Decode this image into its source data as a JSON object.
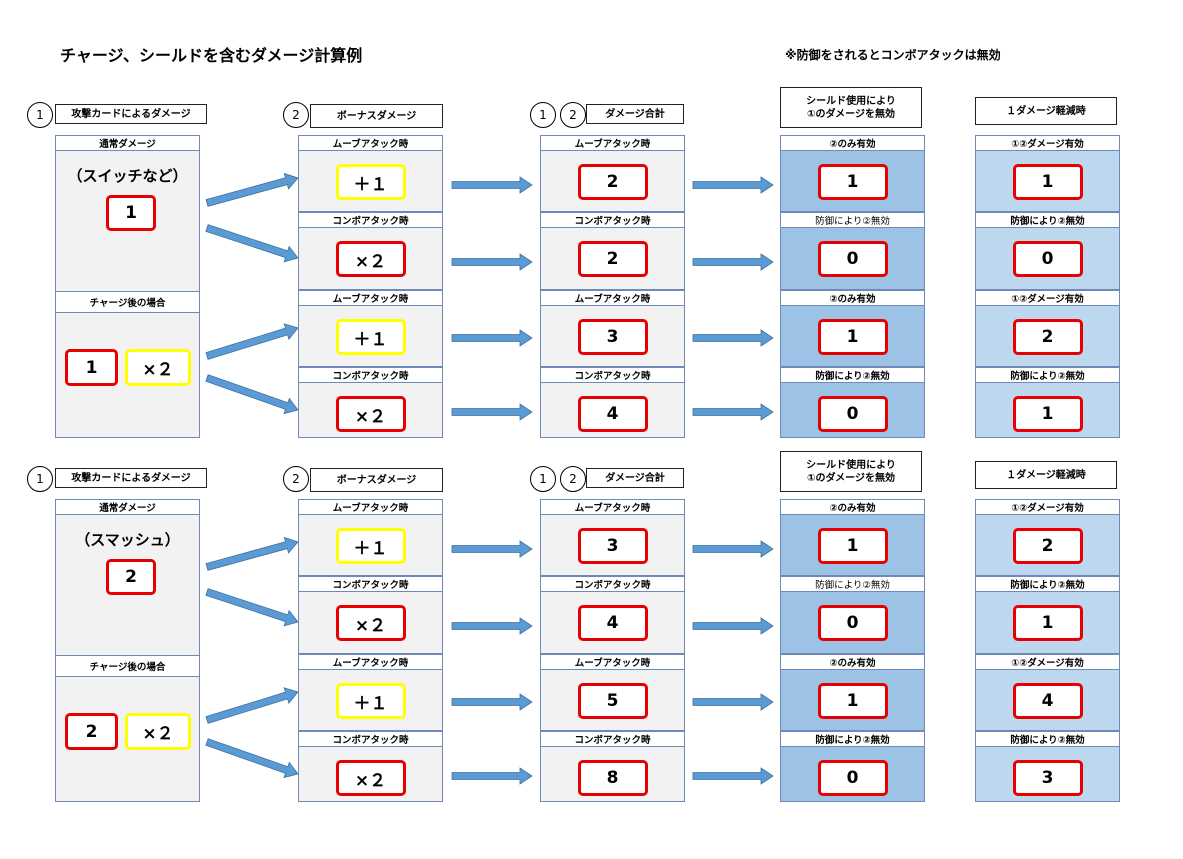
{
  "page": {
    "title": "チャージ、シールドを含むダメージ計算例",
    "note": "※防御をされるとコンボアタックは無効"
  },
  "sections": [
    {
      "col1": {
        "circle": "1",
        "header": "攻撃カードによるダメージ",
        "normal_label": "通常ダメージ",
        "normal_sub": "（スイッチなど）",
        "normal_value": "1",
        "charge_label": "チャージ後の場合",
        "charge_value": "1",
        "charge_mult": "×２"
      },
      "col2": {
        "circle": "2",
        "header": "ボーナスダメージ",
        "rows": [
          {
            "label": "ムーブアタック時",
            "value": "＋１"
          },
          {
            "label": "コンボアタック時",
            "value": "×２"
          },
          {
            "label": "ムーブアタック時",
            "value": "＋１"
          },
          {
            "label": "コンボアタック時",
            "value": "×２"
          }
        ]
      },
      "col3": {
        "circle_a": "1",
        "circle_b": "2",
        "header": "ダメージ合計",
        "rows": [
          {
            "label": "ムーブアタック時",
            "value": "2"
          },
          {
            "label": "コンボアタック時",
            "value": "2"
          },
          {
            "label": "ムーブアタック時",
            "value": "3"
          },
          {
            "label": "コンボアタック時",
            "value": "4"
          }
        ]
      },
      "col4": {
        "header_line1": "シールド使用により",
        "header_line2": "①のダメージを無効",
        "rows": [
          {
            "label": "②のみ有効",
            "value": "1"
          },
          {
            "label": "防御により②無効",
            "value": "0"
          },
          {
            "label": "②のみ有効",
            "value": "1"
          },
          {
            "label": "防御により②無効",
            "value": "0"
          }
        ]
      },
      "col5": {
        "header": "１ダメージ軽減時",
        "rows": [
          {
            "label": "①②ダメージ有効",
            "value": "1"
          },
          {
            "label": "防御により②無効",
            "value": "0"
          },
          {
            "label": "①②ダメージ有効",
            "value": "2"
          },
          {
            "label": "防御により②無効",
            "value": "1"
          }
        ]
      }
    },
    {
      "col1": {
        "circle": "1",
        "header": "攻撃カードによるダメージ",
        "normal_label": "通常ダメージ",
        "normal_sub": "（スマッシュ）",
        "normal_value": "2",
        "charge_label": "チャージ後の場合",
        "charge_value": "2",
        "charge_mult": "×２"
      },
      "col2": {
        "circle": "2",
        "header": "ボーナスダメージ",
        "rows": [
          {
            "label": "ムーブアタック時",
            "value": "＋１"
          },
          {
            "label": "コンボアタック時",
            "value": "×２"
          },
          {
            "label": "ムーブアタック時",
            "value": "＋１"
          },
          {
            "label": "コンボアタック時",
            "value": "×２"
          }
        ]
      },
      "col3": {
        "circle_a": "1",
        "circle_b": "2",
        "header": "ダメージ合計",
        "rows": [
          {
            "label": "ムーブアタック時",
            "value": "3"
          },
          {
            "label": "コンボアタック時",
            "value": "4"
          },
          {
            "label": "ムーブアタック時",
            "value": "5"
          },
          {
            "label": "コンボアタック時",
            "value": "8"
          }
        ]
      },
      "col4": {
        "header_line1": "シールド使用により",
        "header_line2": "①のダメージを無効",
        "rows": [
          {
            "label": "②のみ有効",
            "value": "1"
          },
          {
            "label": "防御により②無効",
            "value": "0"
          },
          {
            "label": "②のみ有効",
            "value": "1"
          },
          {
            "label": "防御により②無効",
            "value": "0"
          }
        ]
      },
      "col5": {
        "header": "１ダメージ軽減時",
        "rows": [
          {
            "label": "①②ダメージ有効",
            "value": "2"
          },
          {
            "label": "防御により②無効",
            "value": "1"
          },
          {
            "label": "①②ダメージ有効",
            "value": "4"
          },
          {
            "label": "防御により②無効",
            "value": "3"
          }
        ]
      }
    }
  ],
  "colors": {
    "red_border": "#e60000",
    "yellow_border": "#ffff00",
    "arrow": "#5b9bd5",
    "shield_panel": "#9cc2e5",
    "reduce_panel": "#bdd7ee"
  }
}
